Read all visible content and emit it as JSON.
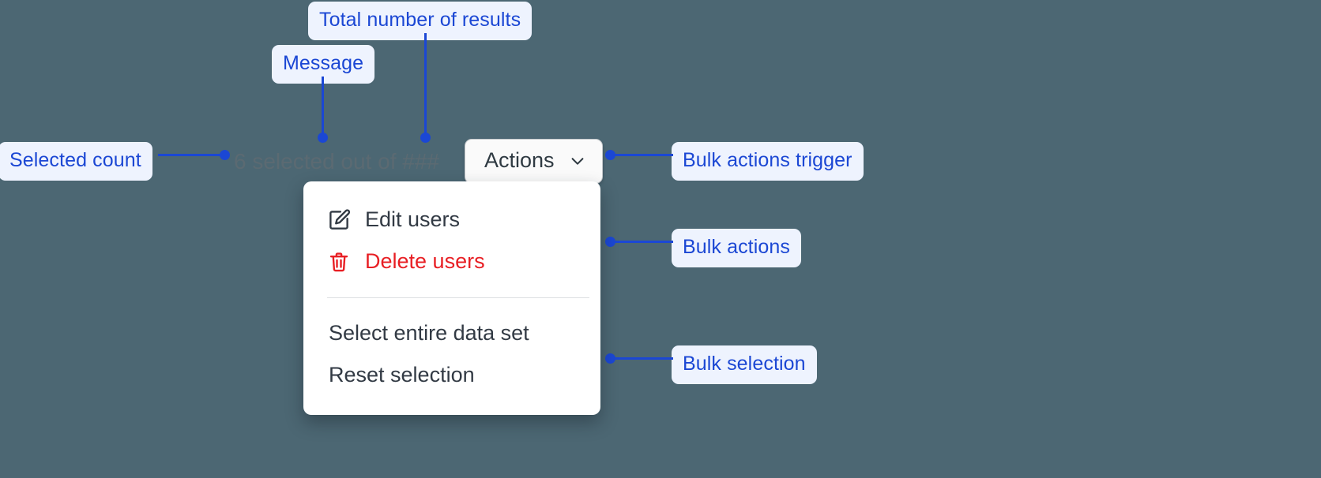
{
  "page": {
    "background_color": "#4c6773",
    "accent_color": "#1b47d4",
    "callout_bg_color": "#eef3fe",
    "danger_color": "#e81f24"
  },
  "annotations": [
    {
      "id": "total-results",
      "label": "Total number of results"
    },
    {
      "id": "message",
      "label": "Message"
    },
    {
      "id": "selected-count",
      "label": "Selected count"
    },
    {
      "id": "bulk-actions-trigger",
      "label": "Bulk actions trigger"
    },
    {
      "id": "bulk-actions",
      "label": "Bulk actions"
    },
    {
      "id": "bulk-selection",
      "label": "Bulk selection"
    }
  ],
  "selection_bar": {
    "message": "6 selected out of ###",
    "selected_count": "6",
    "total_results_placeholder": "###",
    "actions_button": {
      "label": "Actions",
      "chevron_icon": "chevron-down-icon"
    }
  },
  "dropdown": {
    "bulk_actions": [
      {
        "icon": "edit-pencil-square-icon",
        "label": "Edit users",
        "danger": false
      },
      {
        "icon": "trash-icon",
        "label": "Delete users",
        "danger": true
      }
    ],
    "bulk_selection": [
      {
        "label": "Select entire data set"
      },
      {
        "label": "Reset selection"
      }
    ]
  }
}
